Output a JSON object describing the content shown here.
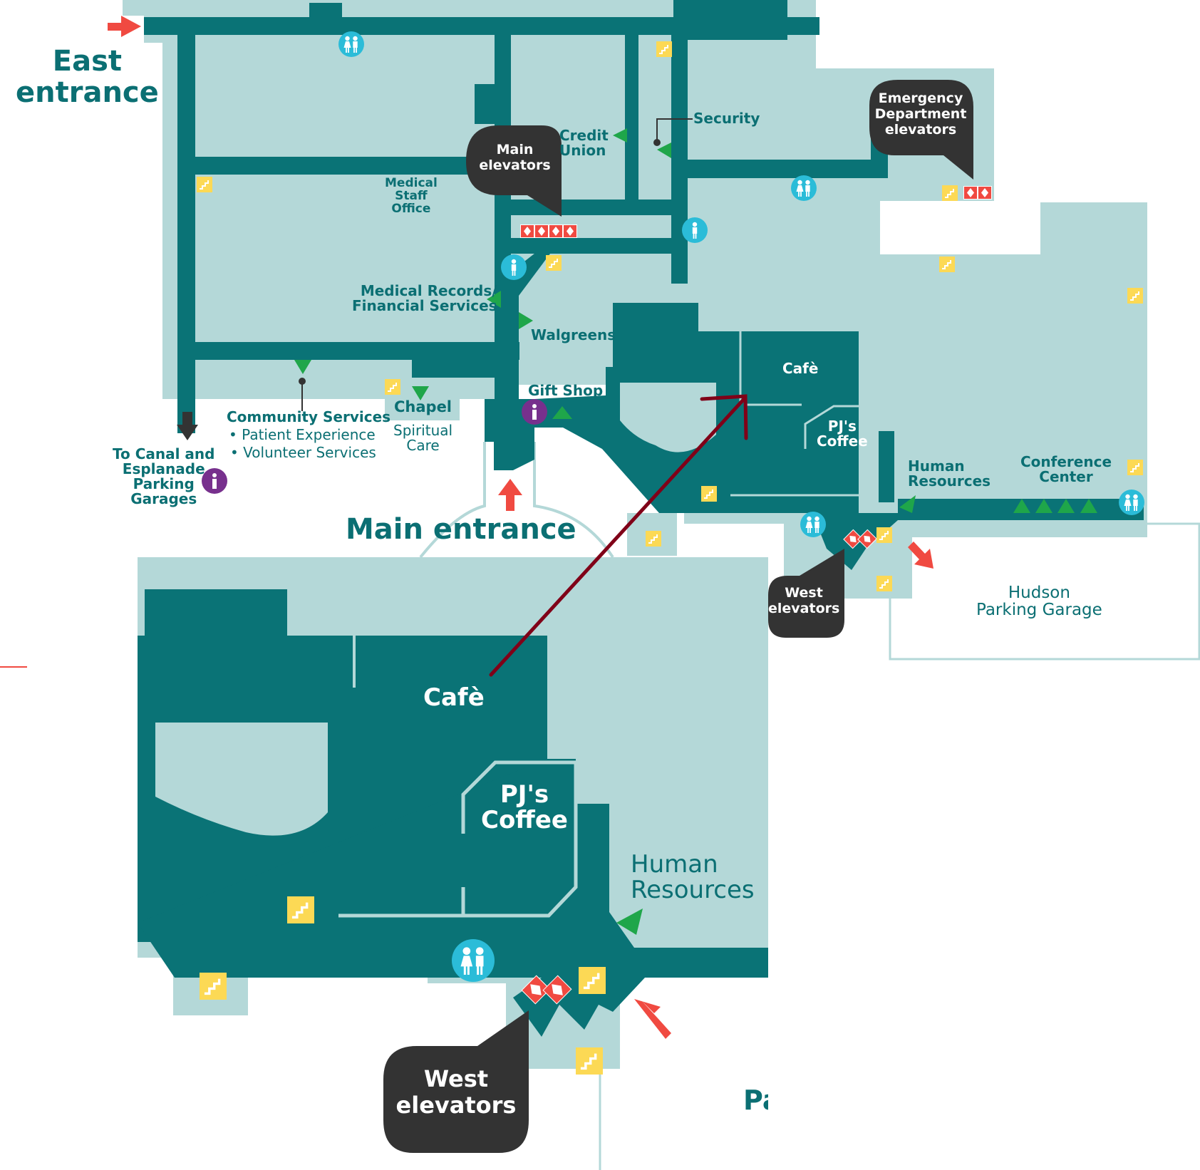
{
  "colors": {
    "corridor": "#0a7376",
    "floor": "#b4d8d8",
    "text": "#0b6f73",
    "entrance_arrow": "#f04a41",
    "exit_arrow": "#333333",
    "callout": "#333333",
    "stairs": "#fcd955",
    "elevator": "#f04a41",
    "restroom": "#2bbcd8",
    "info": "#77308d",
    "door_marker": "#1fa64a",
    "annotation_arrow": "#800018"
  },
  "entrances": {
    "east": "East\nentrance",
    "main": "Main entrance"
  },
  "callouts": {
    "main_elevators": "Main\nelevators",
    "ed_elevators": "Emergency\nDepartment\nelevators",
    "west_elevators": "West\nelevators",
    "west_elevators_inset": "West\nelevators"
  },
  "locations": {
    "credit_union": "Credit\nUnion",
    "security": "Security",
    "medical_staff_office": "Medical\nStaff\nOffice",
    "medical_records": "Medical Records/\nFinancial Services",
    "walgreens": "Walgreens",
    "gift_shop": "Gift Shop",
    "cafe": "Cafè",
    "pjs_coffee": "PJ's\nCoffee",
    "human_resources": "Human\nResources",
    "conference_center": "Conference\nCenter",
    "hudson_garage": "Hudson\nParking Garage",
    "chapel": "Chapel",
    "spiritual_care": "Spiritual\nCare",
    "community_services": "Community Services",
    "patient_experience": "• Patient Experience",
    "volunteer_services": "• Volunteer Services",
    "canal_garages": "To Canal and\nEsplanade\nParking\nGarages"
  },
  "inset": {
    "cafe": "Cafè",
    "pjs_coffee": "PJ's\nCoffee",
    "human_resources": "Human\nResources",
    "partial_label": "Pa"
  },
  "icons": {
    "restroom": "restroom-icon",
    "stairs": "stairs-icon",
    "elevator": "elevator-icon",
    "info": "info-icon",
    "door": "door-marker-icon"
  }
}
